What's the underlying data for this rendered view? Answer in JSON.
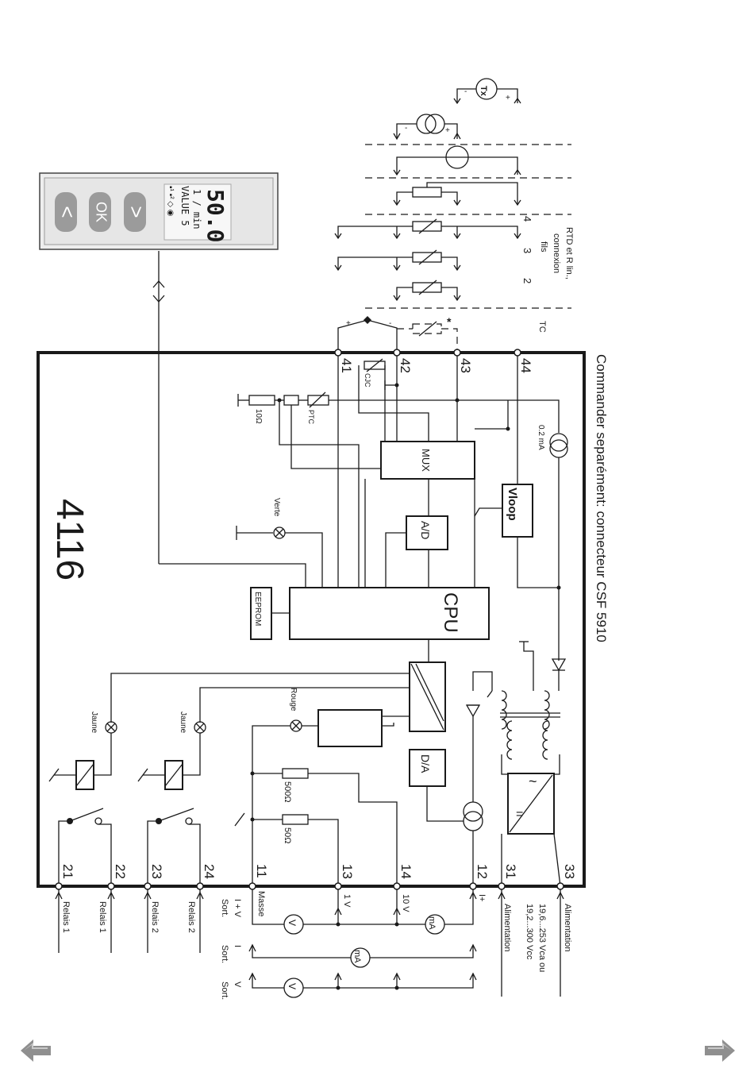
{
  "device": {
    "model": "4116"
  },
  "connector_note": "Commander separément: connecteur CSF 5910",
  "display": {
    "value": "50.0",
    "unit": "1 / min",
    "status": "VALUE 5",
    "buttons": {
      "left": "<",
      "ok": "OK",
      "right": ">"
    }
  },
  "blocks": {
    "mux": "MUX",
    "ad": "A/D",
    "cpu": "CPU",
    "eeprom": "EEPROM",
    "da": "D/A",
    "vloop": "Vloop"
  },
  "components": {
    "r_10": "10Ω",
    "ptc": "PTC",
    "cjc": "CJC",
    "current_source": "0.2 mA",
    "r_500": "500Ω",
    "r_50": "50Ω"
  },
  "leds": {
    "green": "Verte",
    "red": "Rouge",
    "yellow1": "Jaune",
    "yellow2": "Jaune"
  },
  "terminals": {
    "t41": "41",
    "t42": "42",
    "t43": "43",
    "t44": "44",
    "t21": "21",
    "t22": "22",
    "t23": "23",
    "t24": "24",
    "t11": "11",
    "t13": "13",
    "t14": "14",
    "t12": "12",
    "t31": "31",
    "t33": "33"
  },
  "sensor_labels": {
    "tc": "TC",
    "wire2": "2",
    "wire3": "3",
    "wire4": "4",
    "rtd_line1": "RTD et R lin.,",
    "rtd_line2": "connexion",
    "rtd_line3": "fils",
    "tx": "Tx"
  },
  "bottom_labels": {
    "relais1a": "Relais 1",
    "relais1b": "Relais 1",
    "relais2a": "Relais 2",
    "relais2b": "Relais 2",
    "masse": "Masse",
    "i_v_sort": "I + V",
    "sort1": "Sort.",
    "i_sort": "I",
    "sort2": "Sort.",
    "v_sort": "V",
    "sort3": "Sort.",
    "v1": "1 V",
    "v10": "10 V",
    "i_plus": "I+",
    "alim1": "Alimentation",
    "alim2": "Alimentation",
    "alim_range1": "19,6...253 Vca ou",
    "alim_range2": "19,2...300 Vcc"
  },
  "meters": {
    "v1": "V",
    "ma1": "mA",
    "ma2": "mA",
    "v2": "V"
  },
  "signs": {
    "plus": "+",
    "minus": "-",
    "asterisk": "*"
  }
}
